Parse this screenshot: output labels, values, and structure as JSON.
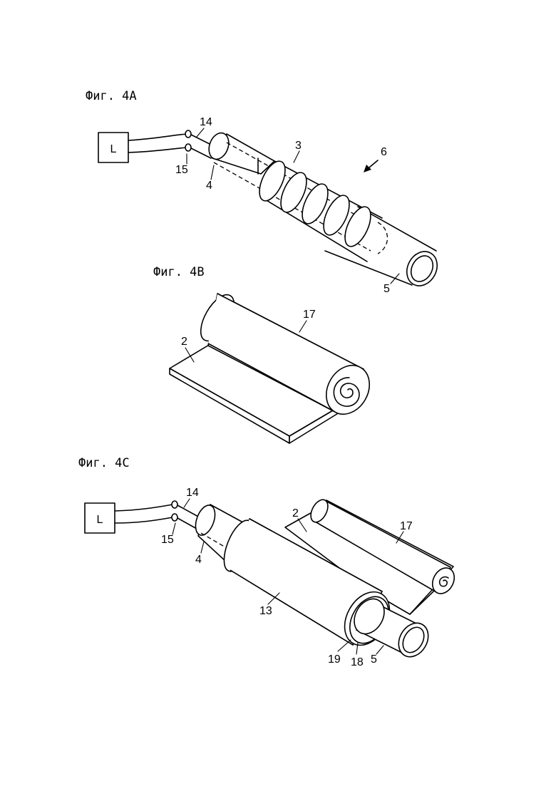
{
  "figures": [
    {
      "id": "4a",
      "label": "Фиг. 4А",
      "box_label": "L",
      "refs": {
        "r14": "14",
        "r15": "15",
        "r4": "4",
        "r3": "3",
        "r6": "6",
        "r5": "5"
      }
    },
    {
      "id": "4b",
      "label": "Фиг. 4В",
      "refs": {
        "r17": "17",
        "r2": "2"
      }
    },
    {
      "id": "4c",
      "label": "Фиг. 4С",
      "box_label": "L",
      "refs": {
        "r14": "14",
        "r15": "15",
        "r4": "4",
        "r2": "2",
        "r17": "17",
        "r13": "13",
        "r19": "19",
        "r18": "18",
        "r5": "5"
      }
    }
  ]
}
